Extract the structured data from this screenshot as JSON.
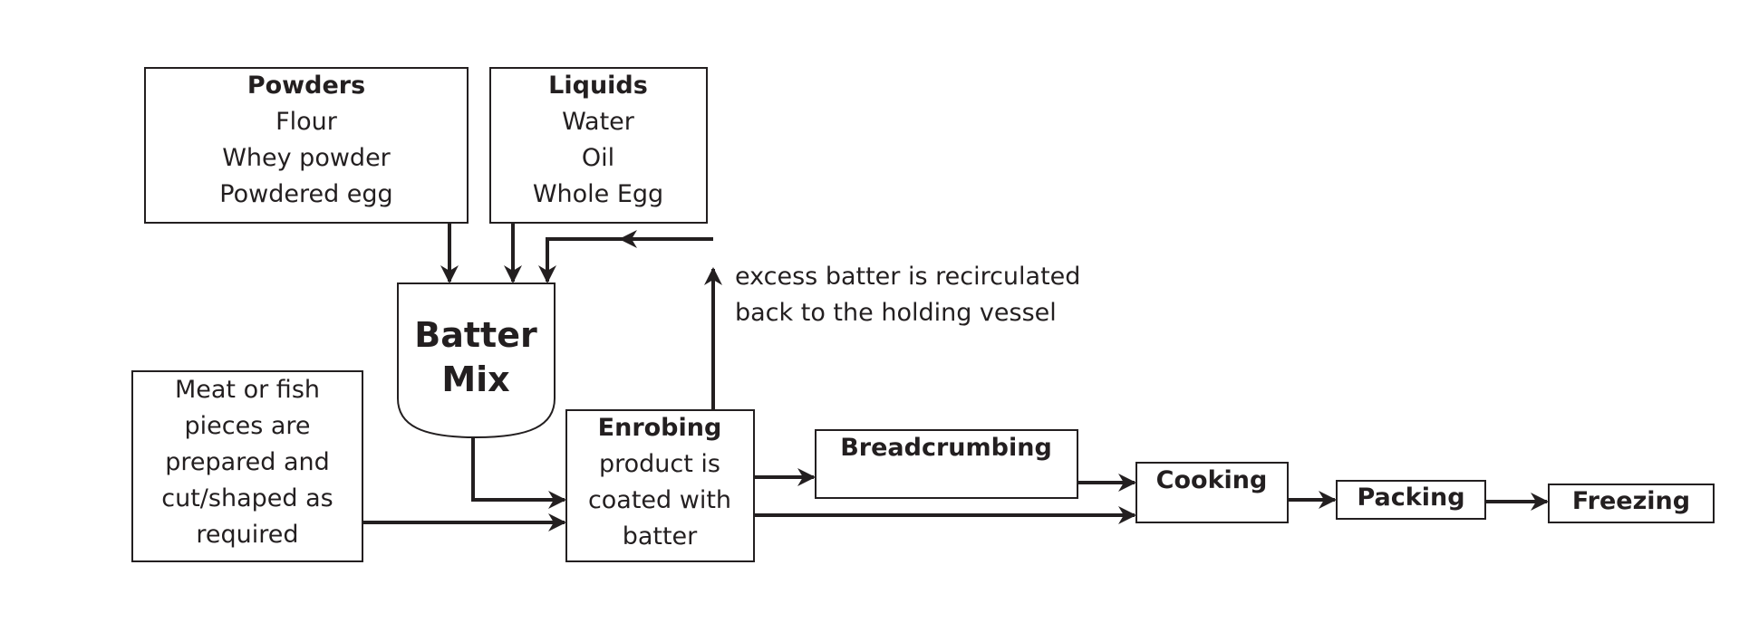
{
  "powders": {
    "title": "Powders",
    "items": [
      "Flour",
      "Whey powder",
      "Powdered egg"
    ]
  },
  "liquids": {
    "title": "Liquids",
    "items": [
      "Water",
      "Oil",
      "Whole Egg"
    ]
  },
  "batter_mix": {
    "lines": [
      "Batter",
      "Mix"
    ]
  },
  "meat": {
    "lines": [
      "Meat or fish",
      "pieces are",
      "prepared and",
      "cut/shaped as",
      "required"
    ]
  },
  "enrobing": {
    "title": "Enrobing",
    "lines": [
      "product is",
      "coated with",
      "batter"
    ]
  },
  "recirculation_note": {
    "lines": [
      "excess batter is recirculated",
      "back to the holding vessel"
    ]
  },
  "breadcrumbing": {
    "title": "Breadcrumbing"
  },
  "cooking": {
    "title": "Cooking"
  },
  "packing": {
    "title": "Packing"
  },
  "freezing": {
    "title": "Freezing"
  },
  "colors": {
    "ink": "#231f20",
    "background": "#ffffff"
  }
}
